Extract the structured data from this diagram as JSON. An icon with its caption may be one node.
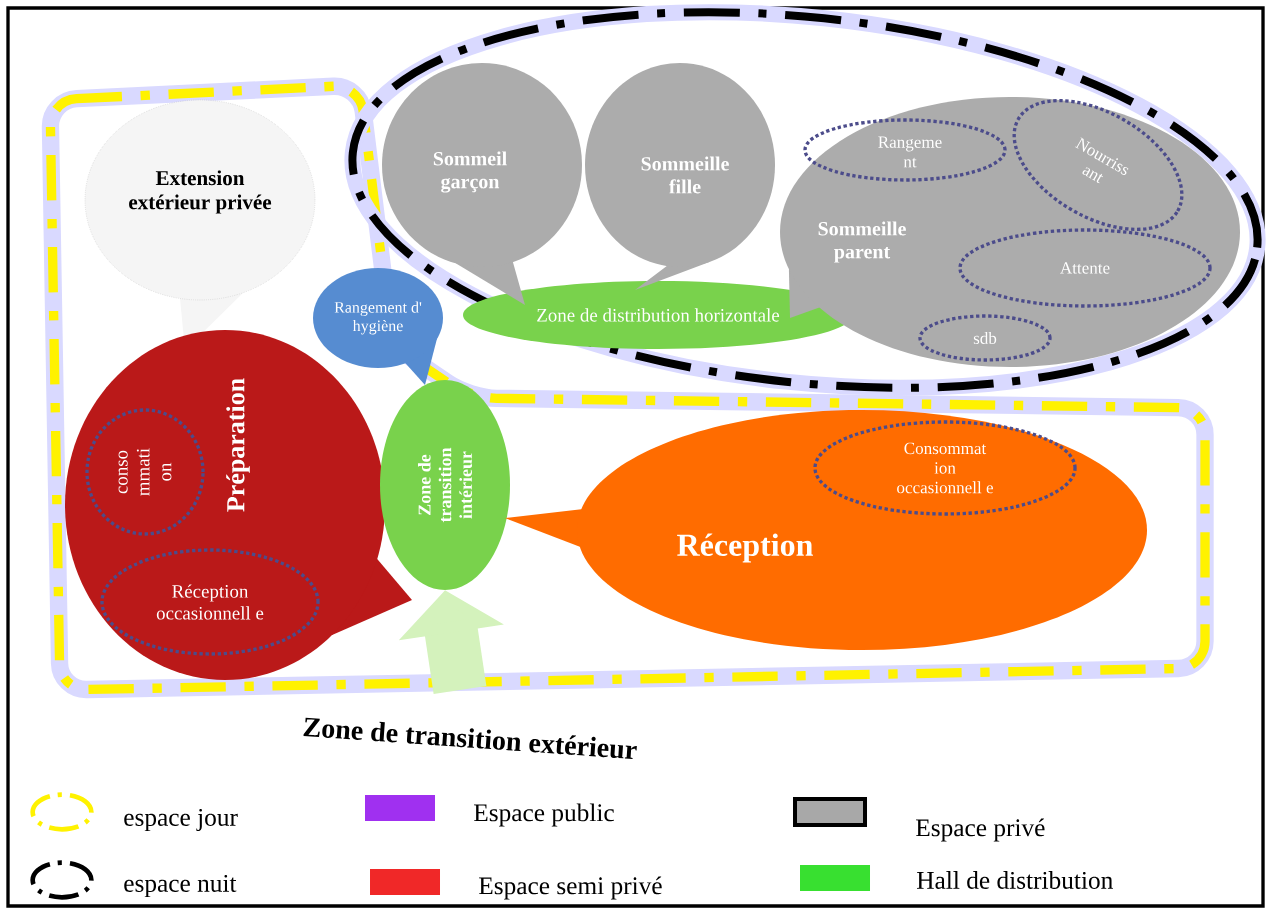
{
  "diagram": {
    "nodes": [
      {
        "text": [
          "Extension extérieur privée"
        ]
      },
      {
        "text": [
          "Préparation"
        ]
      },
      {
        "text": [
          "conso mmati on"
        ],
        "in": 1
      },
      {
        "text": [
          "Réception occasionnell e"
        ],
        "in": 1
      },
      {
        "text": [
          "Rangement d' hygiène"
        ]
      },
      {
        "text": [
          "Zone de distribution horizontale"
        ]
      },
      {
        "text": [
          "Sommeil garçon"
        ]
      },
      {
        "text": [
          "Sommeille fille"
        ]
      },
      {
        "text": [
          "Sommeille parent"
        ]
      },
      {
        "text": [
          "Rangeme nt"
        ],
        "in": 8
      },
      {
        "text": [
          "Nourriss ant"
        ],
        "in": 8
      },
      {
        "text": [
          "Attente"
        ],
        "in": 8
      },
      {
        "text": [
          "sdb"
        ],
        "in": 8
      },
      {
        "text": [
          "Zone de transition intérieur"
        ]
      },
      {
        "text": [
          "Réception"
        ]
      },
      {
        "text": [
          "Consommat ion occasionnell e"
        ],
        "in": 14
      }
    ],
    "edges": [
      {
        "from": null,
        "to": 13,
        "arrow": "to",
        "color": "#d4f2bc"
      }
    ],
    "labels": [
      "Zone de transition extérieur"
    ],
    "legend": [
      {
        "text": "espace  jour"
      },
      {
        "text": "espace nuit"
      },
      {
        "text": "Espace public",
        "color": "#a030f0"
      },
      {
        "text": "Espace semi privé",
        "color": "#f02828"
      },
      {
        "text": "Espace  privé",
        "color": "#a8a8a8"
      },
      {
        "text": "Hall de distribution",
        "color": "#38e030"
      }
    ]
  }
}
